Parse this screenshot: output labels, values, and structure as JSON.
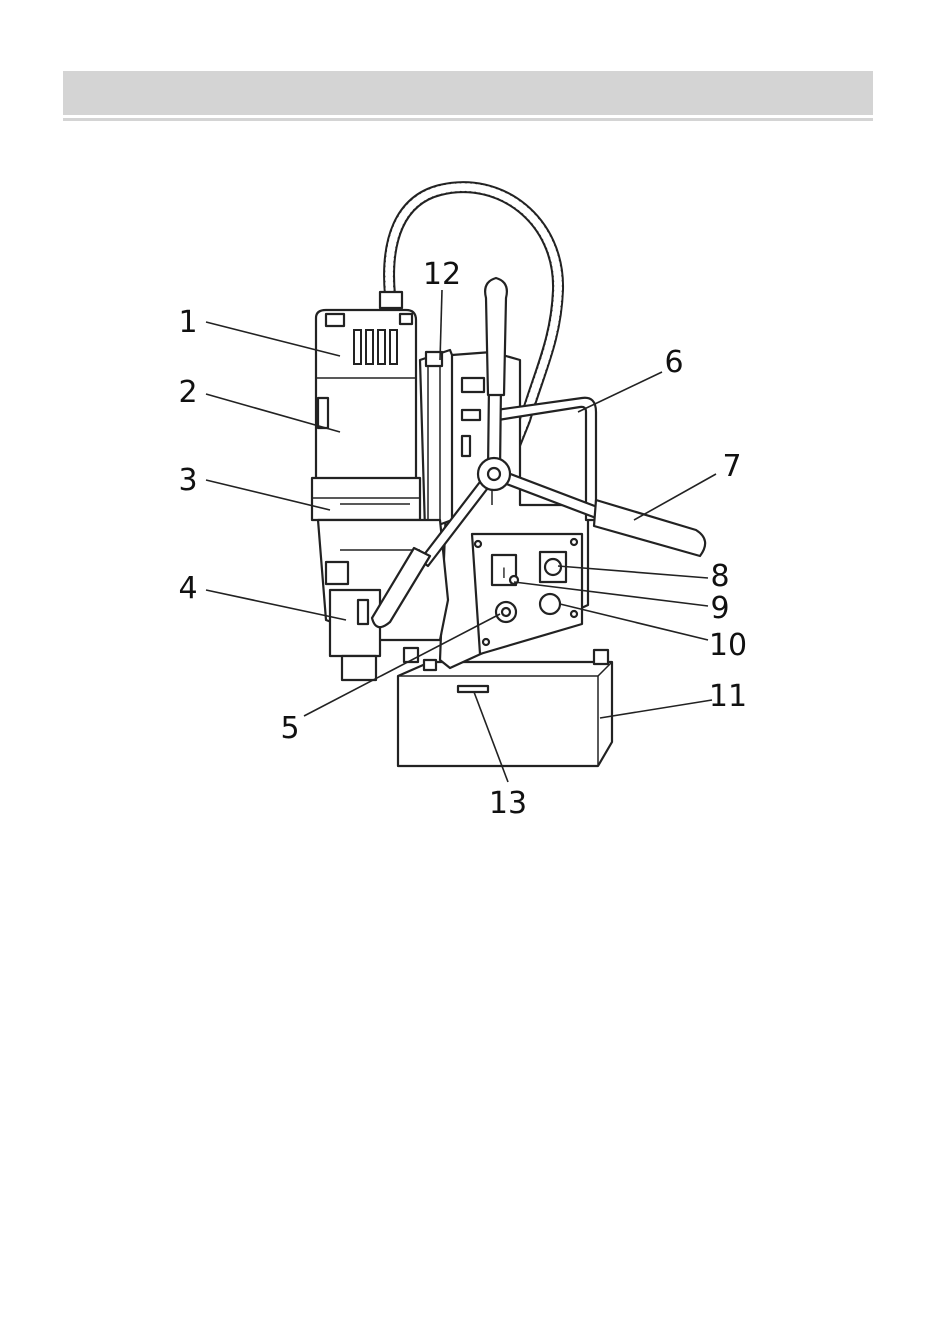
{
  "callouts": [
    {
      "id": "1",
      "label": "1"
    },
    {
      "id": "2",
      "label": "2"
    },
    {
      "id": "3",
      "label": "3"
    },
    {
      "id": "4",
      "label": "4"
    },
    {
      "id": "5",
      "label": "5"
    },
    {
      "id": "6",
      "label": "6"
    },
    {
      "id": "7",
      "label": "7"
    },
    {
      "id": "8",
      "label": "8"
    },
    {
      "id": "9",
      "label": "9"
    },
    {
      "id": "10",
      "label": "10"
    },
    {
      "id": "11",
      "label": "11"
    },
    {
      "id": "12",
      "label": "12"
    },
    {
      "id": "13",
      "label": "13"
    }
  ],
  "switch_symbol": "I"
}
